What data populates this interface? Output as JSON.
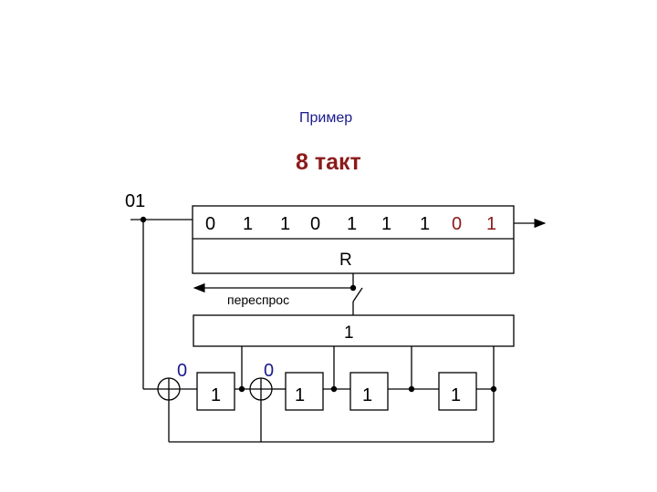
{
  "subtitle": "Пример",
  "title": "8 такт",
  "input_bits": "01",
  "register": {
    "bits": [
      {
        "text": "0",
        "color": "#000000"
      },
      {
        "text": "1",
        "color": "#000000"
      },
      {
        "text": "1",
        "color": "#000000"
      },
      {
        "text": "0",
        "color": "#000000"
      },
      {
        "text": "1",
        "color": "#000000"
      },
      {
        "text": "1",
        "color": "#000000"
      },
      {
        "text": "1",
        "color": "#000000"
      },
      {
        "text": "0",
        "color": "#8b1a1a"
      },
      {
        "text": "1",
        "color": "#8b1a1a"
      }
    ],
    "label": "R"
  },
  "resend_label": "переспрос",
  "and_block_label": "1",
  "xor_inputs": [
    "0",
    "0"
  ],
  "cells": [
    "1",
    "1",
    "1",
    "1"
  ]
}
